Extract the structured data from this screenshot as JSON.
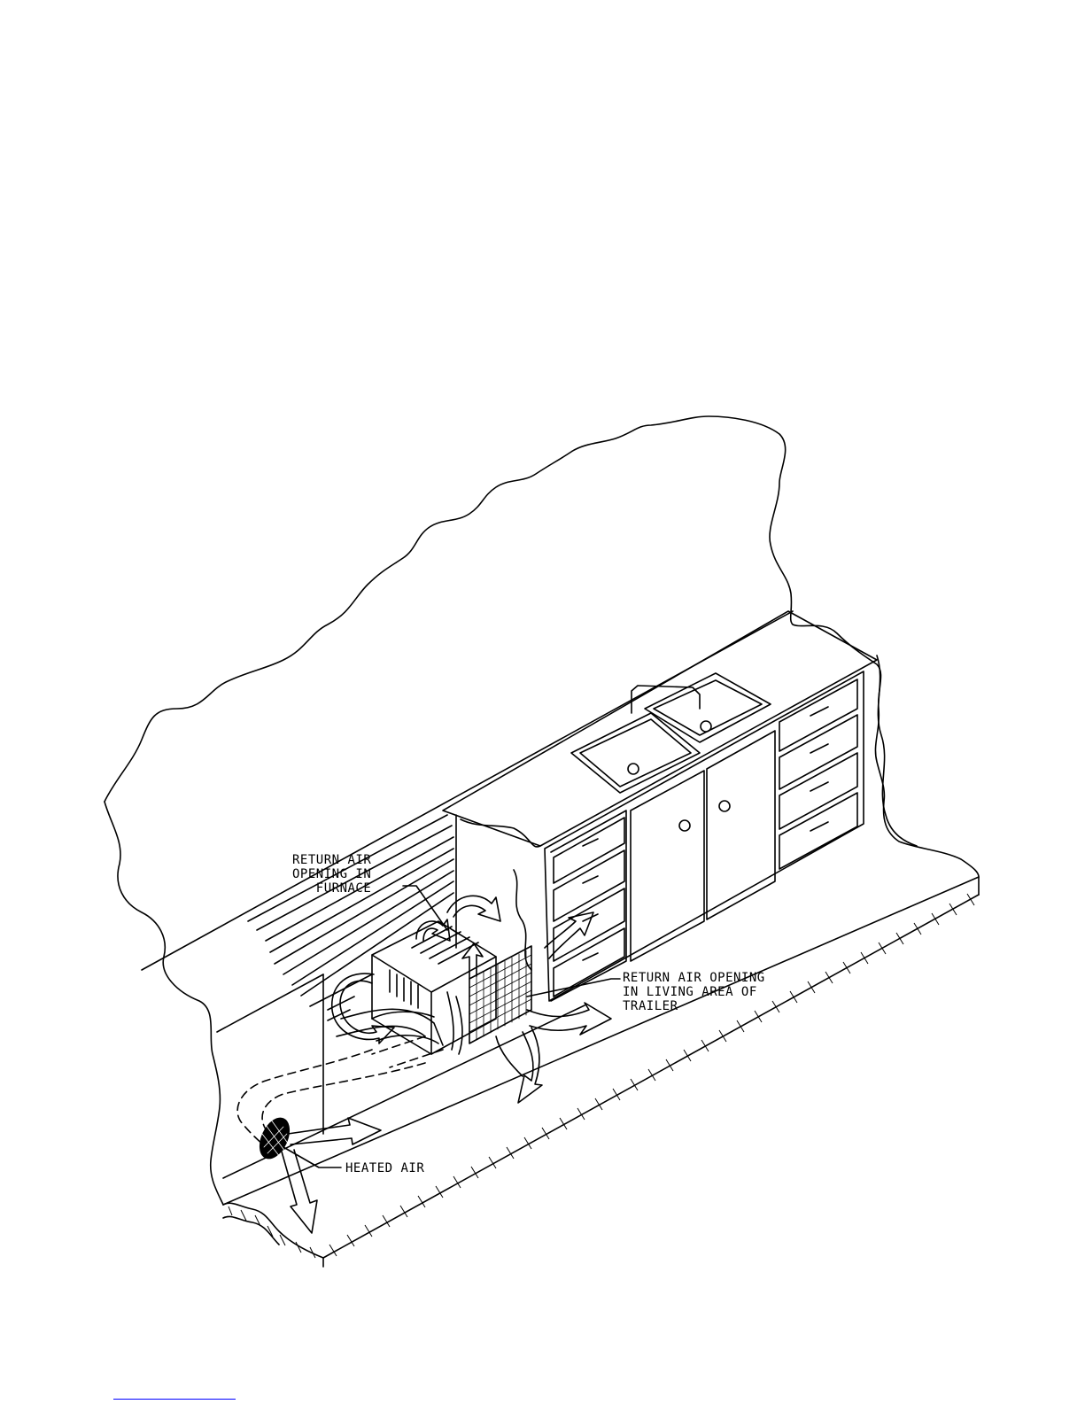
{
  "labels": {
    "return_air_furnace_line1": "RETURN AIR",
    "return_air_furnace_line2": "OPENING IN",
    "return_air_furnace_line3": "FURNACE",
    "return_air_living_line1": "RETURN AIR OPENING",
    "return_air_living_line2": "IN LIVING AREA OF",
    "return_air_living_line3": "TRAILER",
    "heated_air": "HEATED AIR"
  },
  "colors": {
    "ink": "#000000",
    "paper": "#ffffff",
    "footer_rule": "#0000ff"
  }
}
